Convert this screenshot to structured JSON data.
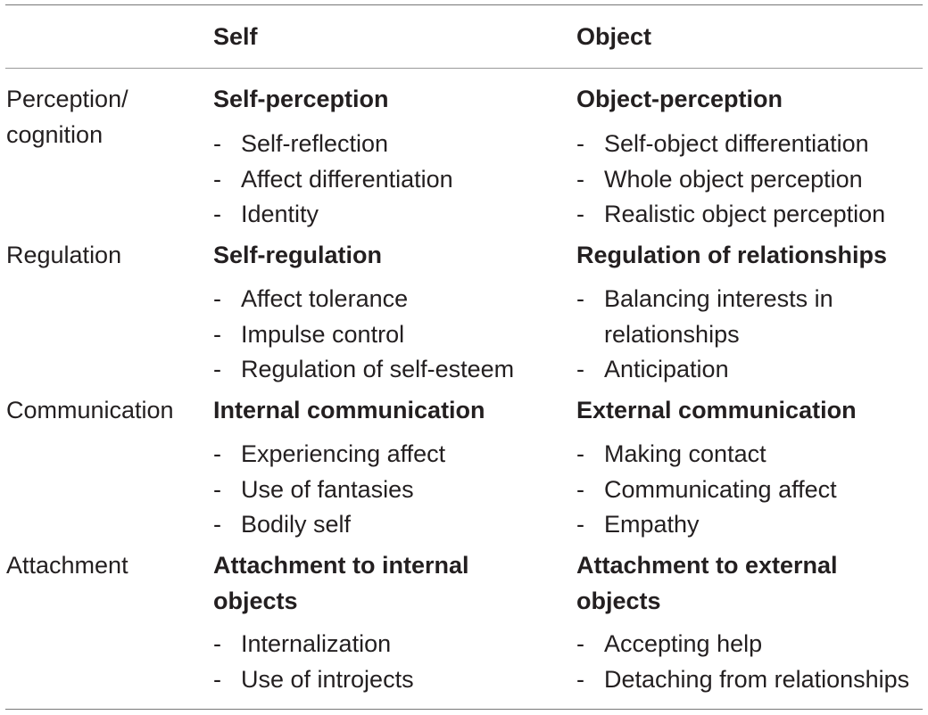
{
  "header": {
    "self": "Self",
    "object": "Object"
  },
  "rows": [
    {
      "label_line1": "Perception/",
      "label_line2": "cognition",
      "self_title": "Self-perception",
      "self_items": [
        "Self-reflection",
        "Affect differentiation",
        "Identity"
      ],
      "object_title": "Object-perception",
      "object_items": [
        "Self-object differentiation",
        "Whole object perception",
        "Realistic object perception"
      ]
    },
    {
      "label_line1": "Regulation",
      "self_title": "Self-regulation",
      "self_items": [
        "Affect tolerance",
        "Impulse control",
        "Regulation of self-esteem"
      ],
      "object_title": "Regulation of relationships",
      "object_items_wrapped_line1": "Balancing interests in",
      "object_items_wrapped_line2": "relationships",
      "object_items": [
        "Anticipation"
      ]
    },
    {
      "label_line1": "Communication",
      "self_title": "Internal communication",
      "self_items": [
        "Experiencing affect",
        "Use of fantasies",
        "Bodily self"
      ],
      "object_title": "External communication",
      "object_items": [
        "Making contact",
        "Communicating affect",
        "Empathy"
      ]
    },
    {
      "label_line1": "Attachment",
      "self_title_line1": "Attachment to internal",
      "self_title_line2": "objects",
      "self_items": [
        "Internalization",
        "Use of introjects"
      ],
      "object_title_line1": "Attachment to external",
      "object_title_line2": "objects",
      "object_items": [
        "Accepting help",
        "Detaching from relationships"
      ]
    }
  ],
  "dash": "-"
}
